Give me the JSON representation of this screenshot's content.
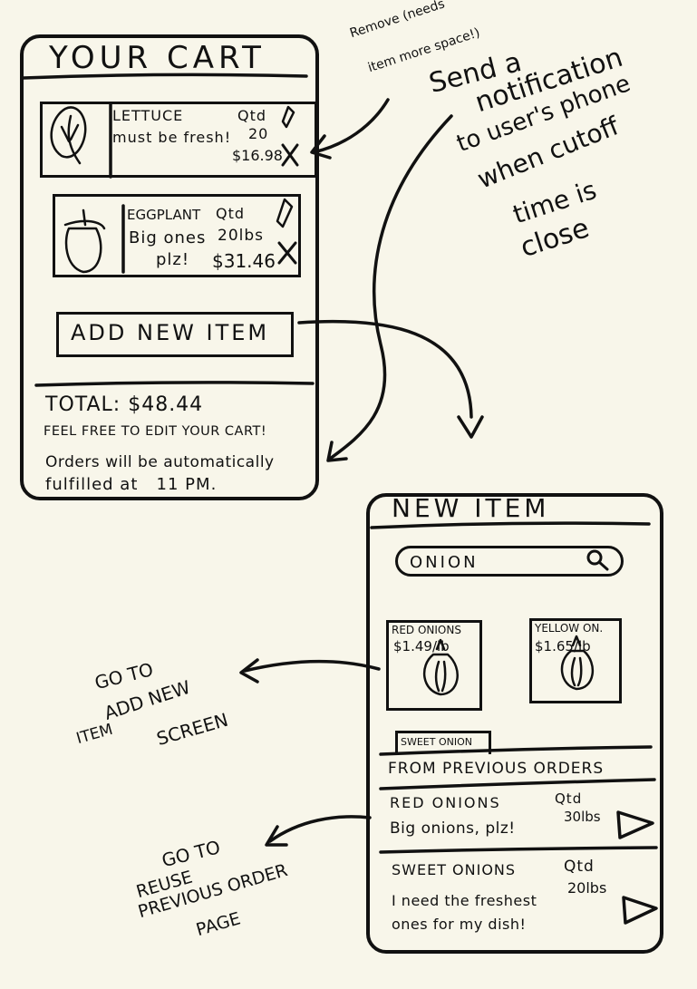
{
  "cart_screen": {
    "title": "YOUR CART",
    "items": [
      {
        "name": "LETTUCE",
        "note": "must be fresh!",
        "qty_label": "Qtd",
        "qty": "20",
        "price": "$16.98",
        "icon": "lettuce-icon"
      },
      {
        "name": "EGGPLANT",
        "note_line1": "Big ones",
        "note_line2": "plz!",
        "qty_label": "Qtd",
        "qty": "20lbs",
        "price": "$31.46",
        "icon": "eggplant-icon"
      }
    ],
    "add_button": "ADD NEW ITEM",
    "total": "TOTAL: $48.44",
    "edit_note": "FEEL FREE TO EDIT YOUR CART!",
    "fulfil_line1": "Orders will be automatically",
    "fulfil_line2": "fulfilled at   11 PM."
  },
  "new_item_screen": {
    "title": "NEW ITEM",
    "search_value": "ONION",
    "results": [
      {
        "name": "RED ONIONS",
        "price": "$1.49/lb"
      },
      {
        "name": "YELLOW ON.",
        "price": "$1.65/lb"
      }
    ],
    "partial_tile": "SWEET ONION",
    "section_title": "FROM PREVIOUS ORDERS",
    "previous": [
      {
        "name": "RED ONIONS",
        "note": "Big onions, plz!",
        "qty_label": "Qtd",
        "qty": "30lbs"
      },
      {
        "name": "SWEET ONIONS",
        "note_line1": "I need the freshest",
        "note_line2": "ones for my dish!",
        "qty_label": "Qtd",
        "qty": "20lbs"
      }
    ]
  },
  "annotations": {
    "remove_line1": "Remove (needs",
    "remove_line2": "item more space!)",
    "notify_1": "Send a",
    "notify_2": "notification",
    "notify_3": "to user's phone",
    "notify_4": "when cutoff",
    "notify_5": "time is",
    "notify_6": "close",
    "goto_add_1": "GO TO",
    "goto_add_2": "ADD NEW",
    "goto_add_3": "ITEM",
    "goto_add_4": "SCREEN",
    "goto_reuse_1": "GO TO",
    "goto_reuse_2": "REUSE",
    "goto_reuse_3": "PREVIOUS ORDER",
    "goto_reuse_4": "PAGE"
  }
}
